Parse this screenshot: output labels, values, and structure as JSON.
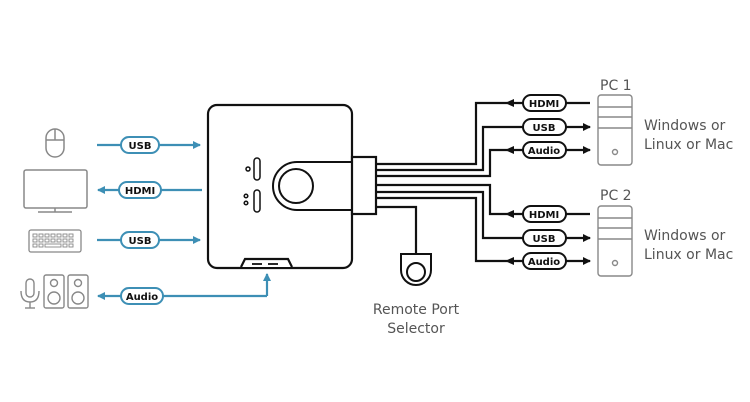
{
  "colors": {
    "blue_line": "#3d8fb5",
    "black_line": "#111111",
    "device_gray": "#888888",
    "text_gray": "#555555"
  },
  "left_connections": [
    {
      "device": "mouse",
      "label": "USB",
      "direction": "to-switch"
    },
    {
      "device": "monitor",
      "label": "HDMI",
      "direction": "to-device"
    },
    {
      "device": "keyboard",
      "label": "USB",
      "direction": "to-switch"
    },
    {
      "device": "microphone-speakers",
      "label": "Audio",
      "direction": "to-device"
    }
  ],
  "pcs": [
    {
      "name": "PC 1",
      "os": [
        "Windows or",
        "Linux or Mac"
      ],
      "cables": [
        {
          "label": "HDMI",
          "direction": "to-switch"
        },
        {
          "label": "USB",
          "direction": "to-pc"
        },
        {
          "label": "Audio",
          "direction": "bidirectional"
        }
      ]
    },
    {
      "name": "PC 2",
      "os": [
        "Windows or",
        "Linux or Mac"
      ],
      "cables": [
        {
          "label": "HDMI",
          "direction": "to-switch"
        },
        {
          "label": "USB",
          "direction": "to-pc"
        },
        {
          "label": "Audio",
          "direction": "bidirectional"
        }
      ]
    }
  ],
  "remote": {
    "label_line1": "Remote Port",
    "label_line2": "Selector"
  }
}
